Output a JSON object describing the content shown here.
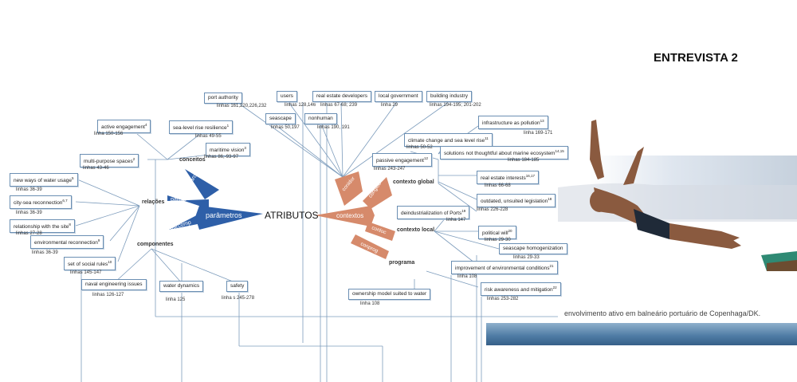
{
  "title": "ENTREVISTA 2",
  "center_label": "ATRIBUTOS",
  "caption": "envolvimento ativo em balneário portuário de Copenhaga/DK.",
  "colors": {
    "blue": "#2e5fa8",
    "orange": "#d68a6b",
    "line": "#7d9cbc",
    "border": "#6b8fb3"
  },
  "left_petals": {
    "hub": "parâmetros",
    "items": [
      "parcon",
      "parela",
      "parcomp"
    ]
  },
  "right_petals": {
    "hub": "contextos",
    "items": [
      "conidor",
      "conglob",
      "conloc",
      "conprog"
    ]
  },
  "groups": {
    "conceitos": "conceitos",
    "relacoes": "relações",
    "componentes": "componentes",
    "contexto_global": "contexto global",
    "contexto_local": "contexto local",
    "programa": "programa"
  },
  "top_boxes": [
    {
      "label": "port authority",
      "ref": "linhas 161,220,226,232"
    },
    {
      "label": "users",
      "ref": "linhas 128,146"
    },
    {
      "label": "seascape",
      "ref": "linhas 50,197"
    },
    {
      "label": "nonhuman",
      "ref": "linhas 190, 191"
    },
    {
      "label": "real estate developers",
      "ref": "linhas 67-68; 239"
    },
    {
      "label": "local government",
      "ref": "linha 29"
    },
    {
      "label": "building industry",
      "ref": "linhas 194-195; 201-202"
    }
  ],
  "left_boxes": [
    {
      "label": "active engagement",
      "sup": "4",
      "ref": "linha 150-156"
    },
    {
      "label": "sea-level rise  resilience",
      "sup": "1",
      "ref": "linhas 49-55"
    },
    {
      "label": "maritime vision",
      "sup": "3",
      "ref": "linhas 86,-93-97"
    },
    {
      "label": "multi-purpose spaces",
      "sup": "2",
      "ref": "linhas 43-46"
    },
    {
      "label": "new ways of water usage",
      "sup": "5",
      "ref": "linhas 36-39"
    },
    {
      "label": "city-sea reconnection",
      "sup": "6,7",
      "ref": "linhas 36-39"
    },
    {
      "label": "relationship with the site",
      "sup": "8",
      "ref": "linhas 27-28"
    },
    {
      "label": "environmental reconnection",
      "sup": "9",
      "ref": "linhas 36-39"
    },
    {
      "label": "set of social rules",
      "sup": "10",
      "ref": "linhas 145-147"
    },
    {
      "label": "naval engineering issues",
      "sup": "",
      "ref": "linhas 126-127"
    },
    {
      "label": "water dynamics",
      "sup": "",
      "ref": "linha 125"
    },
    {
      "label": "safety",
      "sup": "",
      "ref": "linha s 245-278"
    }
  ],
  "right_boxes": [
    {
      "label": "infrastructure as pollution",
      "sup": "13",
      "ref": "linha 169-171"
    },
    {
      "label": "climate change and sea level rise",
      "sup": "11",
      "ref": "linhas 50-52"
    },
    {
      "label": "solutions  not  thoughtful about marine ecosystem",
      "sup": "14,15",
      "ref": "linhas 184-185"
    },
    {
      "label": "passive engagement",
      "sup": "12",
      "ref": "linhas 243-247"
    },
    {
      "label": "real estate  interests",
      "sup": "16,17",
      "ref": "linhas 66-68"
    },
    {
      "label": "outdated, unsuited legislation",
      "sup": "18",
      "ref": "linhas 226-228"
    },
    {
      "label": "deindustrialization of Ports",
      "sup": "19",
      "ref": "linha 147"
    },
    {
      "label": "political will",
      "sup": "20",
      "ref": "linhas 29-30"
    },
    {
      "label": "seascape homogenization",
      "sup": "",
      "ref": "linhas 29-33"
    },
    {
      "label": "improvement of environmental conditions",
      "sup": "21",
      "ref": "linha 108"
    },
    {
      "label": "risk awareness and mitigation",
      "sup": "22",
      "ref": "linhas 253-282"
    },
    {
      "label": "ownership model suited to water",
      "sup": "",
      "ref": "linha 108"
    }
  ]
}
